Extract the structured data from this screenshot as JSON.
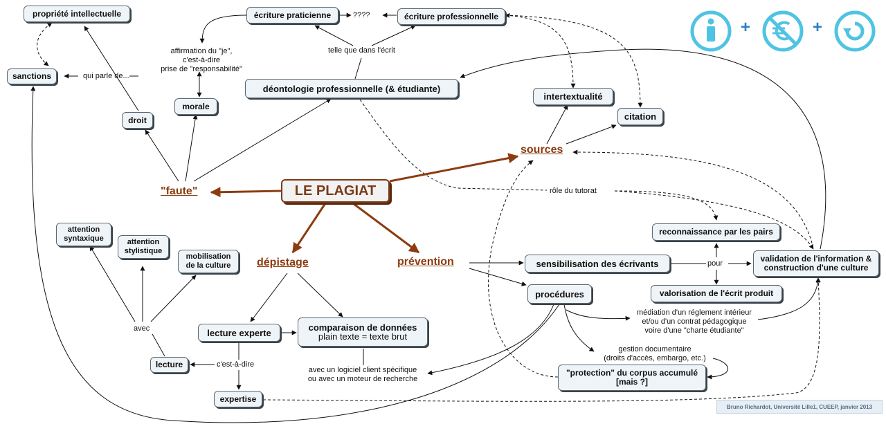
{
  "nodes": {
    "propriete": "propriété intellectuelle",
    "sanctions": "sanctions",
    "droit": "droit",
    "morale": "morale",
    "ecriture_praticienne": "écriture praticienne",
    "ecriture_professionnelle": "écriture professionnelle",
    "deontologie": "déontologie professionnelle (& étudiante)",
    "intertextualite": "intertextualité",
    "citation": "citation",
    "plagiat": "LE PLAGIAT",
    "faute": "\"faute\"",
    "sources": "sources",
    "depistage": "dépistage",
    "prevention": "prévention",
    "attention_syntaxique_1": "attention",
    "attention_syntaxique_2": "syntaxique",
    "attention_stylistique_1": "attention",
    "attention_stylistique_2": "stylistique",
    "mobilisation_1": "mobilisation",
    "mobilisation_2": "de la culture",
    "lecture_experte": "lecture experte",
    "comparaison_1": "comparaison de données",
    "comparaison_2": "plain texte = texte brut",
    "lecture": "lecture",
    "expertise": "expertise",
    "sensibilisation": "sensibilisation des écrivants",
    "procedures": "procédures",
    "reconnaissance": "reconnaissance par les pairs",
    "valorisation": "valorisation de l'écrit produit",
    "validation_1": "validation de l'information &",
    "validation_2": "construction d'une culture",
    "protection_1": "\"protection\" du corpus accumulé",
    "protection_2": "[mais ?]"
  },
  "labels": {
    "qui_parle": "qui parle de...",
    "question": "????",
    "affirmation_1": "affirmation du \"je\",",
    "affirmation_2": "c'est-à-dire",
    "affirmation_3": "prise de \"responsabilité\"",
    "telle_que": "telle que dans l'écrit",
    "role_tutorat": "rôle du tutorat",
    "pour": "pour",
    "avec": "avec",
    "cest_a_dire": "c'est-à-dire",
    "logiciel_1": "avec un logiciel client spécifique",
    "logiciel_2": "ou avec un moteur de recherche",
    "mediation_1": "médiation d'un réglement intérieur",
    "mediation_2": "et/ou d'un contrat pédagogique",
    "mediation_3": "voire d'une \"charte étudiante\"",
    "gestion_1": "gestion documentaire",
    "gestion_2": "(droits d'accès, embargo, etc.)"
  },
  "credit": "Bruno Richardot, Université Lille1, CUEEP, janvier 2013",
  "license_icons": [
    "attribution-icon",
    "non-commercial-icon",
    "share-alike-icon"
  ],
  "colors": {
    "accent_brown": "#8c3c10",
    "license_blue": "#4fc3e3",
    "node_fill": "#eef4f7"
  }
}
